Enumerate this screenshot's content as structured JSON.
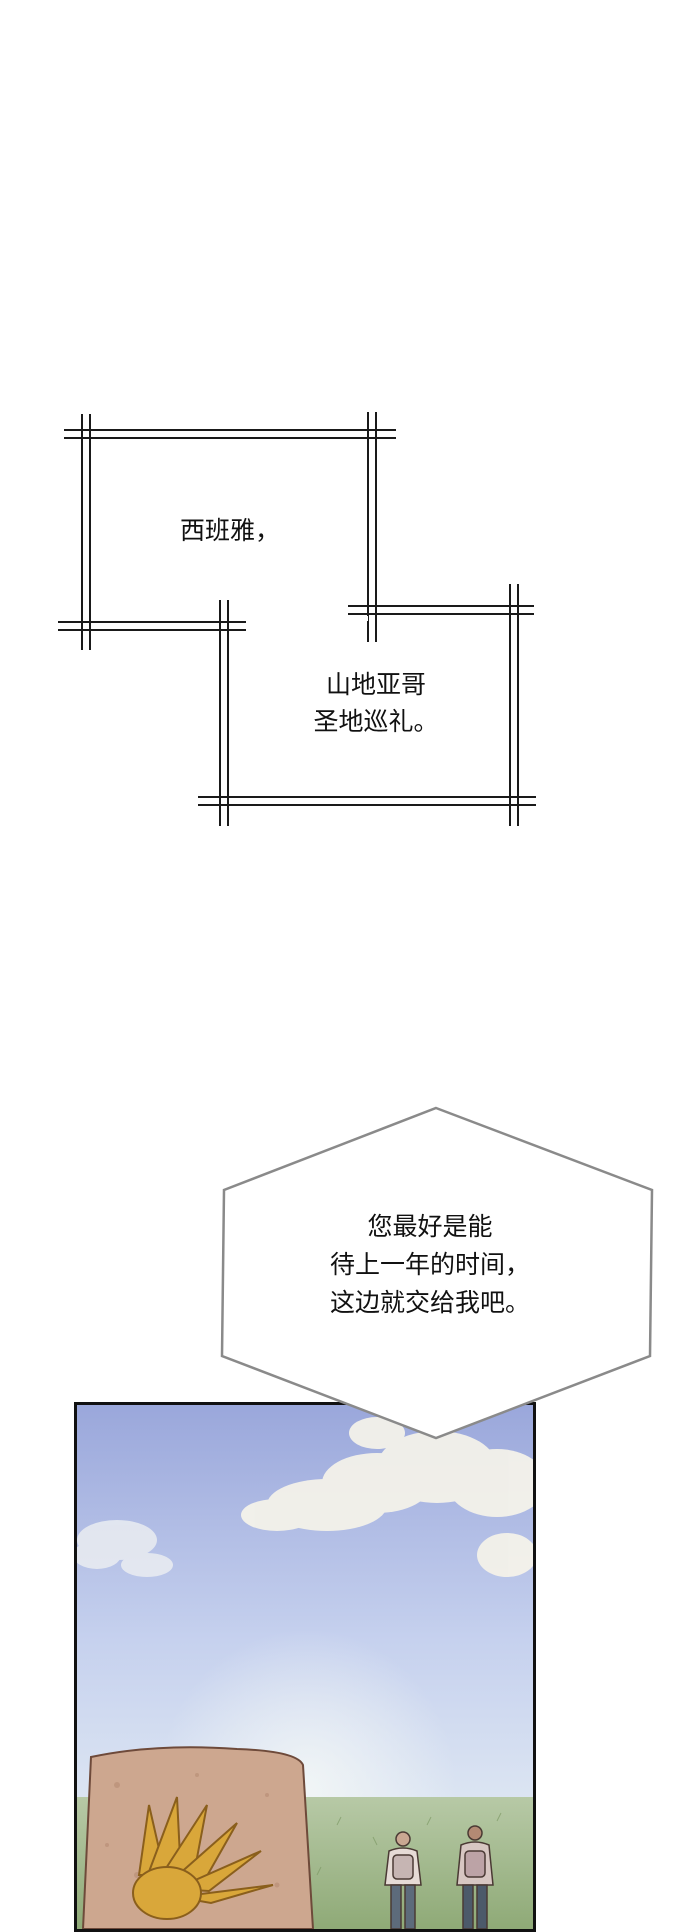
{
  "captions": {
    "box1": {
      "line1": "西班雅，"
    },
    "box2": {
      "line1": "山地亚哥",
      "line2": "圣地巡礼。"
    },
    "bubble": {
      "line1": "您最好是能",
      "line2": "待上一年的时间，",
      "line3": "这边就交给我吧。"
    }
  },
  "panel": {
    "sky_top": "#9eabdb",
    "sky_mid": "#c9d4ef",
    "sky_glow": "#e6eef6",
    "grass": "#9fb88a",
    "stone": "#c9a58c",
    "shell": "#d7a335"
  }
}
